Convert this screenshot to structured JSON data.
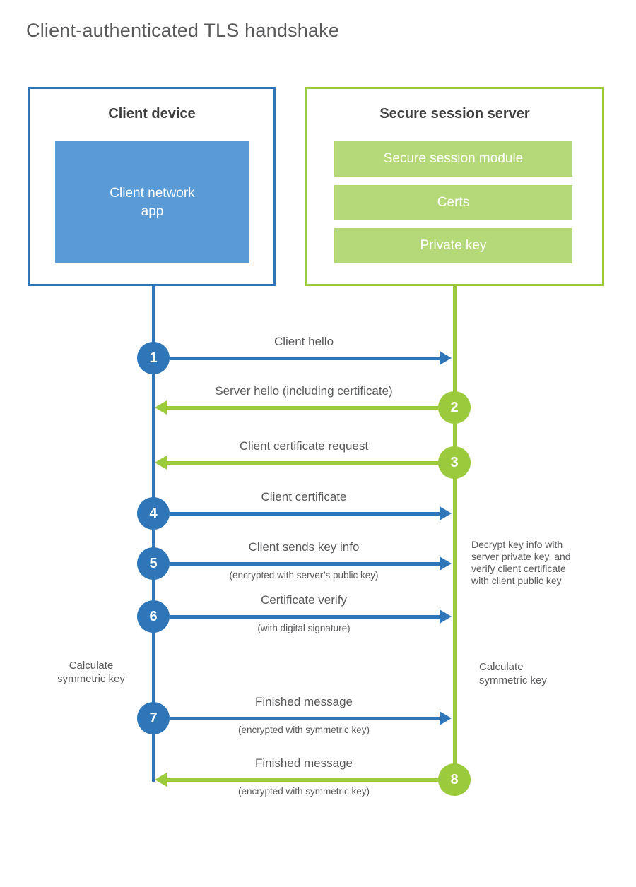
{
  "title": "Client-authenticated TLS handshake",
  "client": {
    "title": "Client device",
    "app": "Client network\napp"
  },
  "server": {
    "title": "Secure session server",
    "modules": [
      "Secure session module",
      "Certs",
      "Private key"
    ]
  },
  "steps": [
    {
      "num": "1",
      "from": "client",
      "label": "Client hello",
      "sub": ""
    },
    {
      "num": "2",
      "from": "server",
      "label": "Server hello (including certificate)",
      "sub": ""
    },
    {
      "num": "3",
      "from": "server",
      "label": "Client certificate request",
      "sub": ""
    },
    {
      "num": "4",
      "from": "client",
      "label": "Client certificate",
      "sub": ""
    },
    {
      "num": "5",
      "from": "client",
      "label": "Client sends key info",
      "sub": "(encrypted with server’s public key)"
    },
    {
      "num": "6",
      "from": "client",
      "label": "Certificate verify",
      "sub": "(with digital signature)"
    },
    {
      "num": "7",
      "from": "client",
      "label": "Finished message",
      "sub": "(encrypted with symmetric key)"
    },
    {
      "num": "8",
      "from": "server",
      "label": "Finished message",
      "sub": "(encrypted with symmetric key)"
    }
  ],
  "annotations": {
    "calc_left": "Calculate\nsymmetric key",
    "calc_right": "Calculate\nsymmetric key",
    "decrypt_note": "Decrypt key info with\nserver private key, and\nverify client certificate\nwith client public key"
  },
  "colors": {
    "blue": "#2E76B8",
    "blue_light": "#5B9BD5",
    "green": "#9BCA3C",
    "green_light": "#B5D878",
    "text_gray": "#58595B",
    "text_dark": "#3F3F3F"
  }
}
